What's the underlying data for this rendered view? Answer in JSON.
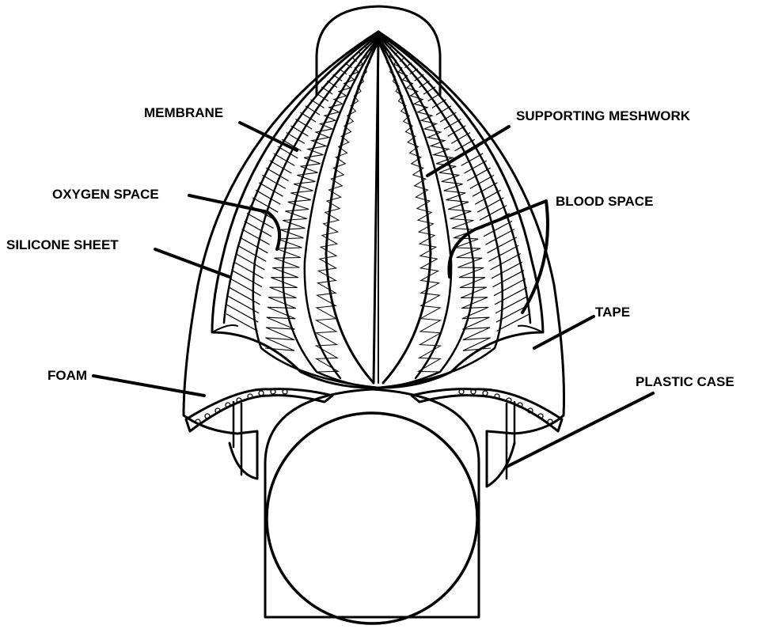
{
  "labels": {
    "membrane": "MEMBRANE",
    "supporting_meshwork": "SUPPORTING MESHWORK",
    "oxygen_space": "OXYGEN SPACE",
    "blood_space": "BLOOD SPACE",
    "silicone_sheet": "SILICONE SHEET",
    "tape": "TAPE",
    "foam": "FOAM",
    "plastic_case": "PLASTIC CASE"
  },
  "colors": {
    "ink": "#000000",
    "paper": "#ffffff"
  }
}
